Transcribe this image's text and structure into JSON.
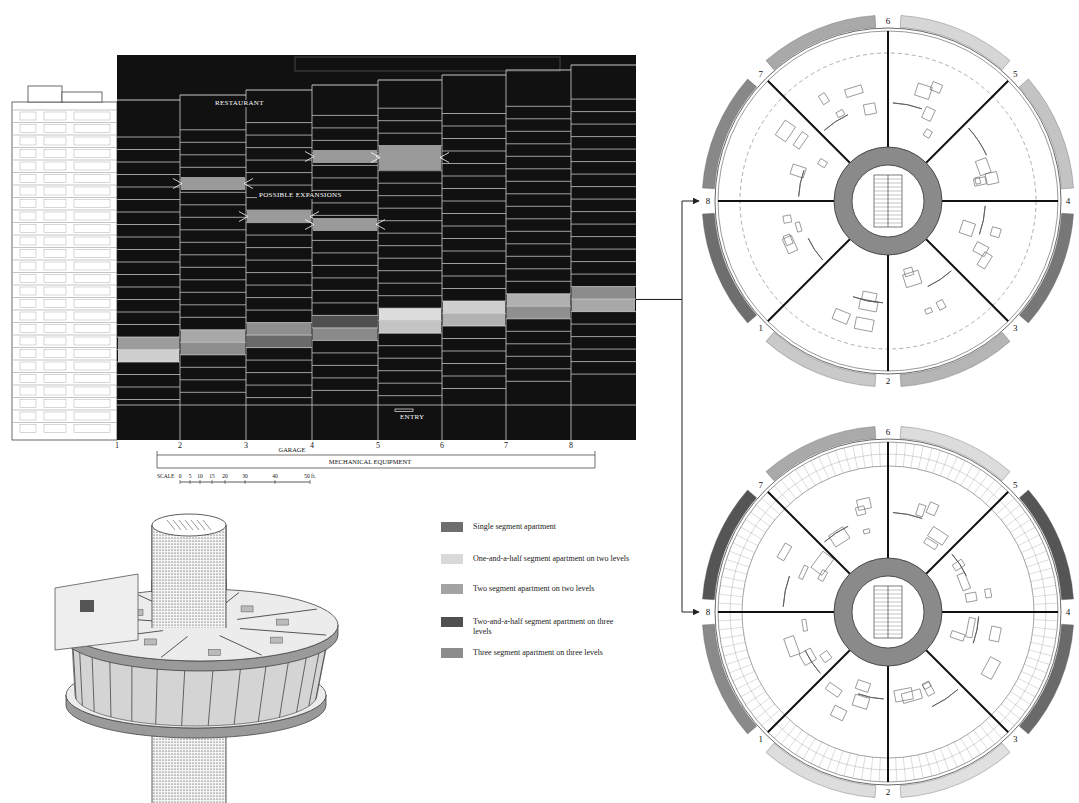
{
  "diagram": {
    "nodes": [
      {
        "text": [
          "RESTAURANT",
          "POSSIBLE EXPANSIONS",
          "ENTRY"
        ]
      },
      {
        "text": [
          "6",
          "5",
          "4",
          "3",
          "2",
          "1",
          "8",
          "7"
        ]
      },
      {
        "text": [
          "6",
          "5",
          "4",
          "3",
          "2",
          "1",
          "8",
          "7"
        ]
      }
    ],
    "edges": [
      {
        "from": 0,
        "to": 1,
        "arrow": "to"
      },
      {
        "from": 0,
        "to": 2,
        "arrow": "to"
      }
    ],
    "labels": [
      "1",
      "2",
      "3",
      "4",
      "5",
      "6",
      "7",
      "8",
      "GARAGE",
      "MECHANICAL EQUIPMENT",
      "SCALE",
      "0",
      "5",
      "10",
      "15",
      "20",
      "30",
      "40",
      "50 ft."
    ],
    "legend": [
      {
        "text": "Single segment apartment",
        "color": "#6e6e6e"
      },
      {
        "text": "One-and-a-half segment apartment on two levels",
        "color": "#d9d9d9"
      },
      {
        "text": "Two segment apartment on two levels",
        "color": "#a3a3a3"
      },
      {
        "text": "Two-and-a-half segment apartment on three levels",
        "color": "#505050"
      },
      {
        "text": "Three segment apartment on three levels",
        "color": "#8c8c8c"
      }
    ]
  }
}
